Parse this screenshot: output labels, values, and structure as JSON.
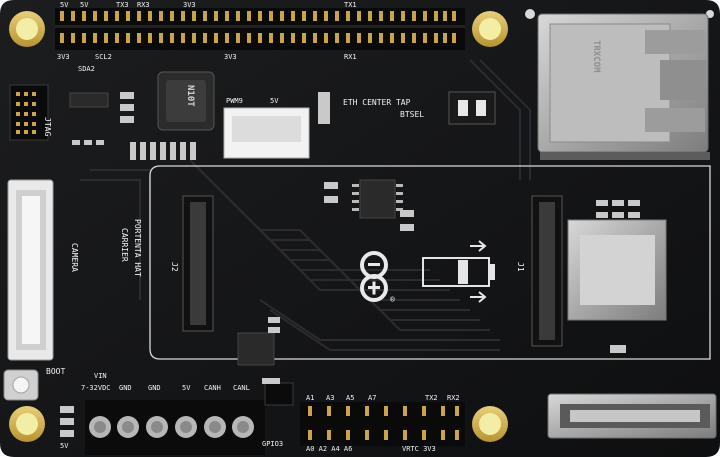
{
  "board": {
    "connector_labels_left": [
      "3V3",
      "SCL2",
      "SDA2",
      "PWM9",
      "5V"
    ],
    "connector_labels_top": [
      "5V",
      "5V",
      "TX3",
      "RX3",
      "3V3",
      "TX1",
      "RX1"
    ],
    "eth_label": "ETH CENTER TAP",
    "btsel_label": "BTSEL",
    "jtag_label": "JTAG",
    "camera_label": "CAMERA",
    "carrier_label": [
      "PORTENTA HAT",
      "CARRIER"
    ],
    "inductor_mark": "N10T",
    "eth_brand": "TRXCOM",
    "j2_label": "J2",
    "j1_label": "J1",
    "boot_label": "BOOT",
    "vin_label": "VIN",
    "vin_range": "7-32VDC",
    "terminal_labels": [
      "GND",
      "GND",
      "5V",
      "CANH",
      "CANL"
    ],
    "gpio_label": "GPIO3",
    "analog_top": [
      "A1",
      "A3",
      "A5",
      "A7"
    ],
    "analog_bottom": "A0 A2 A4 A6",
    "uart_top": [
      "TX2",
      "RX2"
    ],
    "uart_bottom": "VRTC 3V3",
    "bottom_left_label": "5V",
    "registered_mark": "®"
  }
}
